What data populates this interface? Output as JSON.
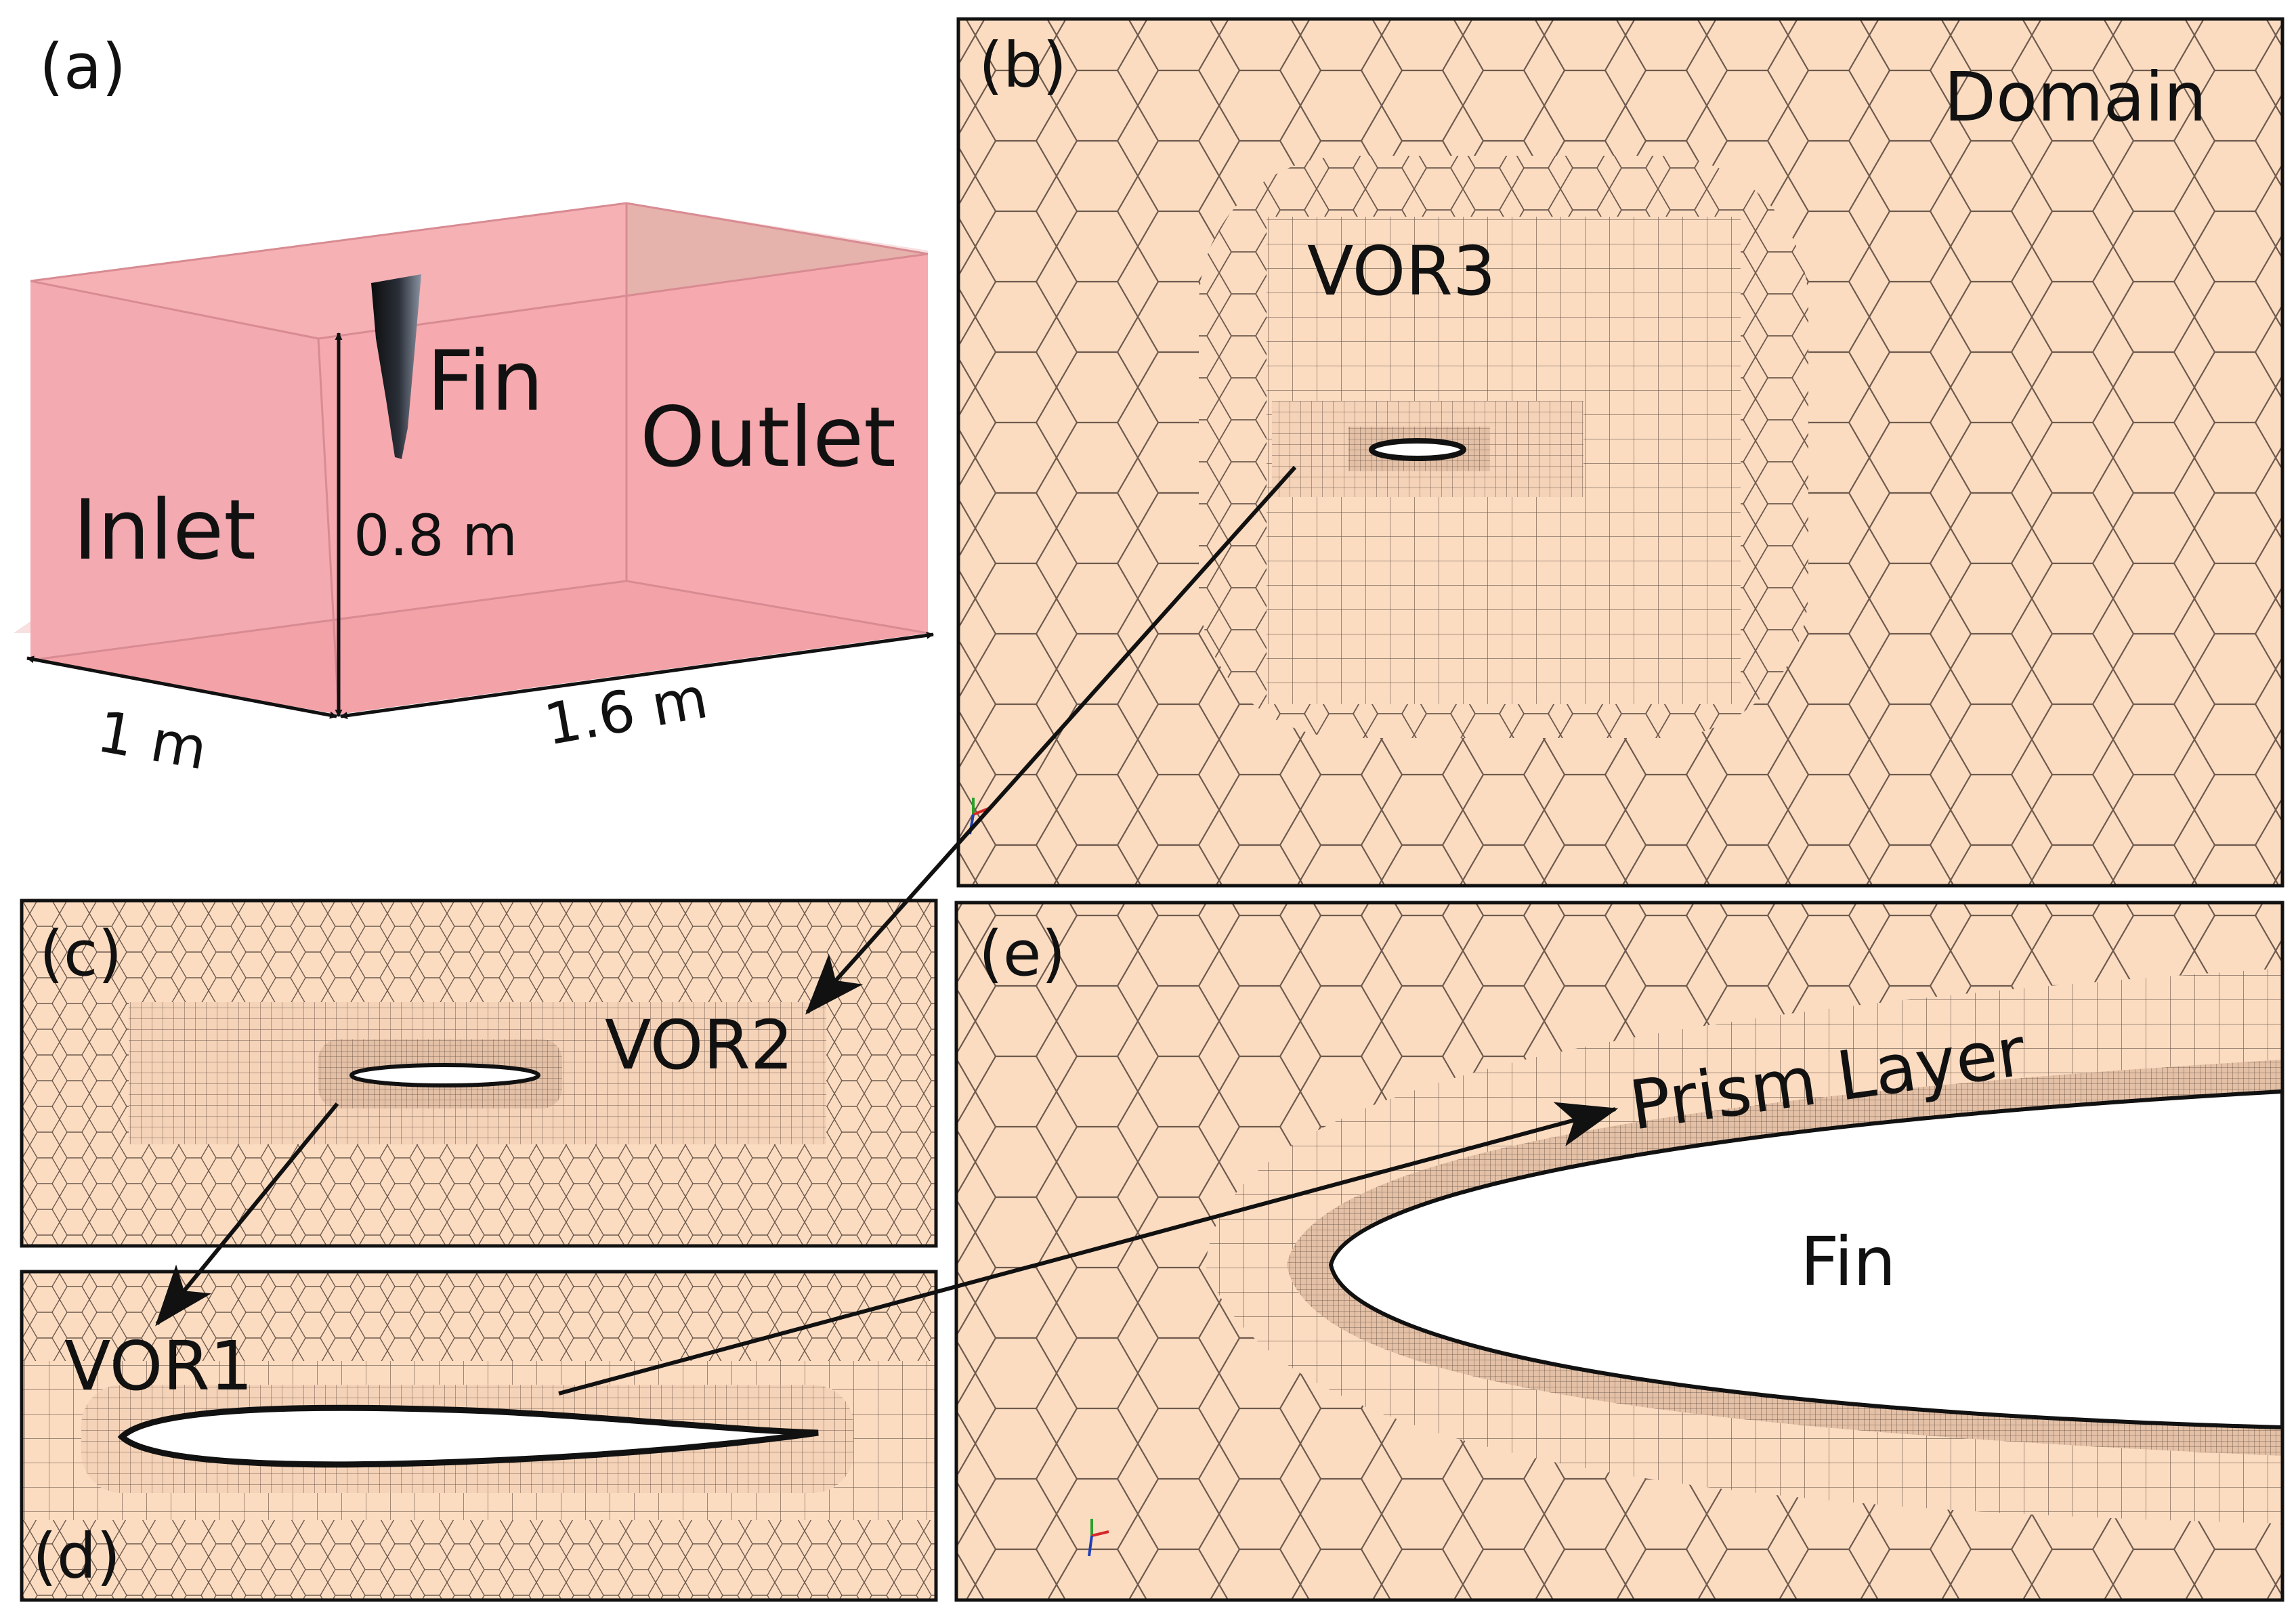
{
  "panels": {
    "a": {
      "label": "(a)",
      "inlet": "Inlet",
      "outlet": "Outlet",
      "fin": "Fin",
      "height": "0.8 m",
      "width": "1 m",
      "length": "1.6 m"
    },
    "b": {
      "label": "(b)",
      "domain": "Domain",
      "vor3": "VOR3"
    },
    "c": {
      "label": "(c)",
      "vor2": "VOR2"
    },
    "d": {
      "label": "(d)",
      "vor1": "VOR1"
    },
    "e": {
      "label": "(e)",
      "prism": "Prism Layer",
      "fin": "Fin"
    }
  },
  "colors": {
    "mesh_fill": "#fbdcc1",
    "mesh_line": "#6e5a4e",
    "box_front": "#f6a9ae",
    "box_side": "#e6b2ac",
    "fin_dark": "#1a1a1a"
  }
}
